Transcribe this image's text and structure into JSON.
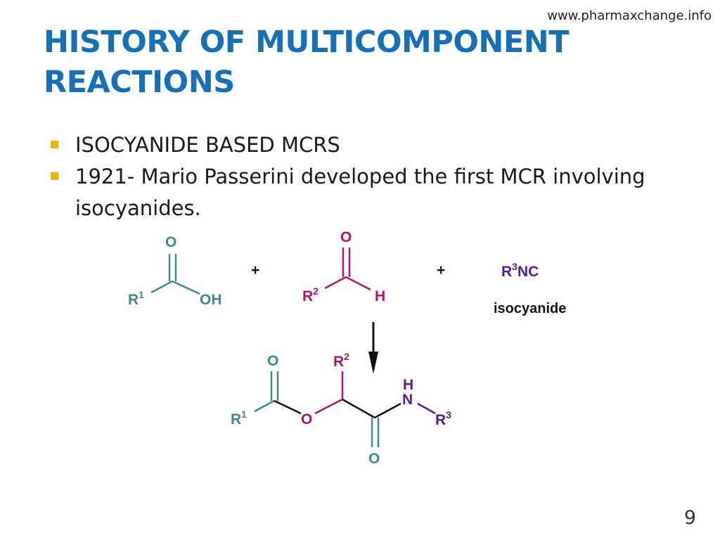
{
  "source_url": "www.pharmaxchange.info",
  "title": {
    "line1": "HISTORY OF MULTICOMPONENT",
    "line2": "REACTIONS"
  },
  "bullets": [
    {
      "text": "ISOCYANIDE BASED MCRS"
    },
    {
      "text": "1921- Mario Passerini developed the first MCR involving isocyanides."
    }
  ],
  "scheme": {
    "plus_1": "+",
    "plus_2": "+",
    "acid": {
      "carbonyl_o": "O",
      "r_group": "R",
      "r_index": "1",
      "hydroxyl": "OH"
    },
    "aldehyde": {
      "carbonyl_o": "O",
      "r_group": "R",
      "r_index": "2",
      "hydrogen": "H"
    },
    "isocyanide": {
      "r_group": "R",
      "r_index": "3",
      "suffix": "NC",
      "caption": "isocyanide"
    },
    "product": {
      "ester_carbonyl_o": "O",
      "r1_group": "R",
      "r1_index": "1",
      "ester_o": "O",
      "r2_group": "R",
      "r2_index": "2",
      "amide_carbonyl_o": "O",
      "nh_h": "H",
      "nh_n": "N",
      "r3_group": "R",
      "r3_index": "3"
    },
    "colors": {
      "acid": "#3f8a8c",
      "aldehyde": "#b1136b",
      "isocyanide": "#5b1a8c",
      "bond": "#111111"
    }
  },
  "page_number": "9"
}
